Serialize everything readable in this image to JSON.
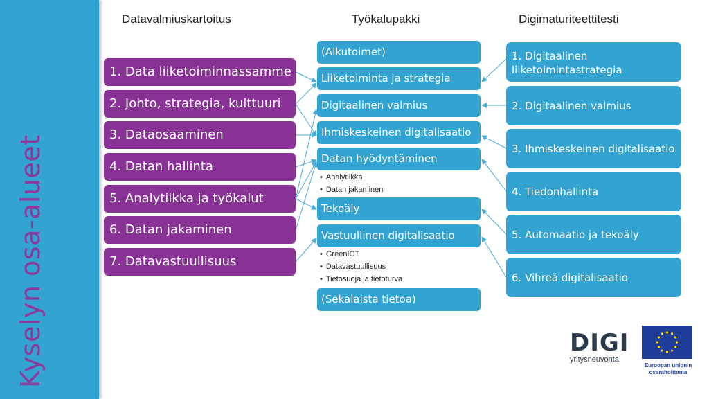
{
  "sidebar": {
    "title": "Kyselyn osa-alueet",
    "background": "#33A3D1",
    "title_color": "#8B3A9C"
  },
  "columns": {
    "left_header": "Datavalmiuskartoitus",
    "middle_header": "Työkalupakki",
    "right_header": "Digimaturiteettitesti"
  },
  "left_items": [
    {
      "label": "1. Data liiketoiminnassamme"
    },
    {
      "label": "2. Johto, strategia, kulttuuri"
    },
    {
      "label": "3. Dataosaaminen"
    },
    {
      "label": "4. Datan hallinta"
    },
    {
      "label": "5. Analytiikka ja työkalut"
    },
    {
      "label": "6. Datan jakaminen"
    },
    {
      "label": "7. Datavastuullisuus"
    }
  ],
  "middle_items": [
    {
      "label": "(Alkutoimet)"
    },
    {
      "label": "Liiketoiminta ja strategia"
    },
    {
      "label": "Digitaalinen valmius"
    },
    {
      "label": "Ihmiskeskeinen digitalisaatio"
    },
    {
      "label": "Datan hyödyntäminen",
      "sub": [
        "Analytiikka",
        "Datan jakaminen"
      ]
    },
    {
      "label": "Tekoäly"
    },
    {
      "label": "Vastuullinen digitalisaatio",
      "sub": [
        "GreenICT",
        "Datavastuullisuus",
        "Tietosuoja ja tietoturva"
      ]
    },
    {
      "label": "(Sekalaista tietoa)"
    }
  ],
  "right_items": [
    {
      "label": "1. Digitaalinen liiketoimintastrategia"
    },
    {
      "label": "2. Digitaalinen valmius"
    },
    {
      "label": "3. Ihmiskeskeinen digitalisaatio"
    },
    {
      "label": "4. Tiedonhallinta"
    },
    {
      "label": "5. Automaatio ja tekoäly"
    },
    {
      "label": "6. Vihreä digitalisaatio"
    }
  ],
  "colors": {
    "purple": "#883295",
    "blue": "#33A3D1",
    "arrow": "#4AAAD6"
  },
  "logos": {
    "digi_mark": "DIGI",
    "digi_sub": "yritysneuvonta",
    "eu_caption_line1": "Euroopan unionin",
    "eu_caption_line2": "osarahoittama"
  }
}
